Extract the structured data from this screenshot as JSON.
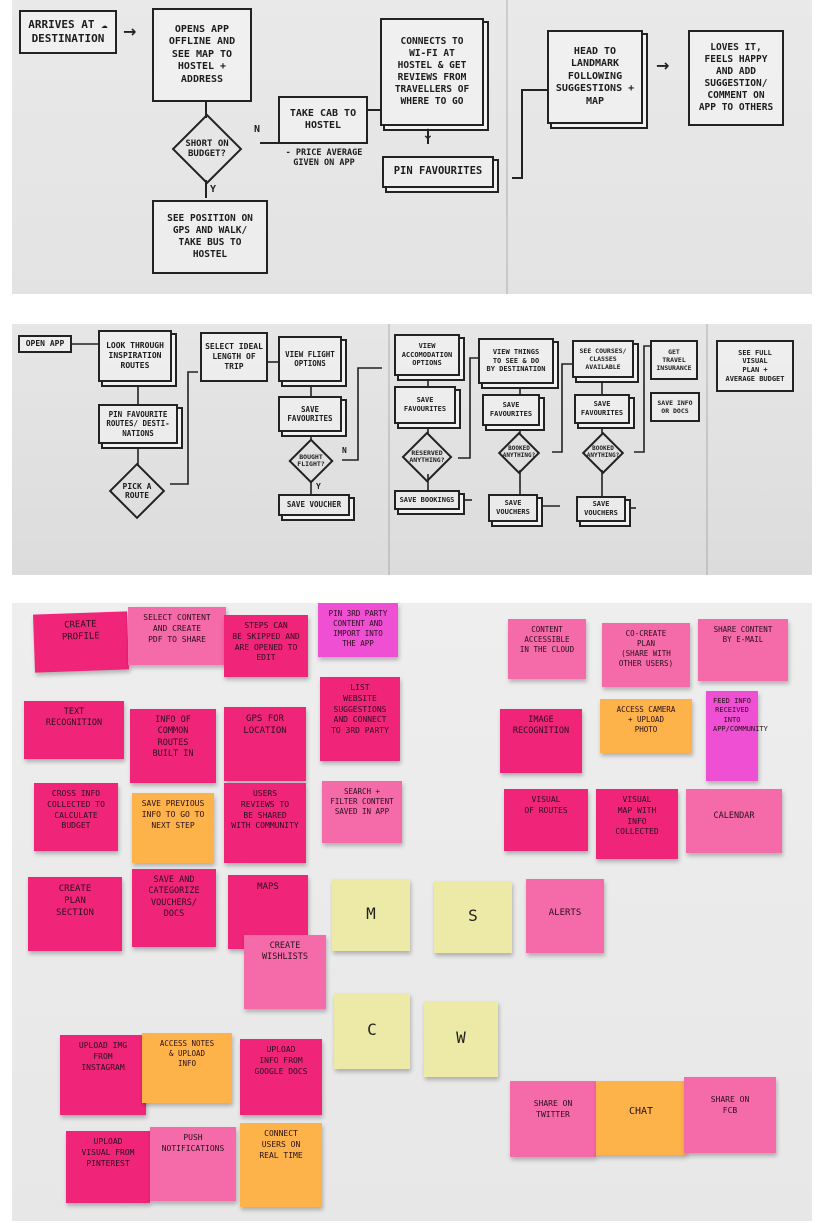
{
  "panel1": {
    "arrives": "ARRIVES AT ☁\nDESTINATION",
    "opens_app": "OPENS APP\nOFFLINE AND\nSEE MAP TO\nHOSTEL +\nADDRESS",
    "short_on_budget": "SHORT ON\nBUDGET?",
    "see_position": "SEE POSITION ON\nGPS AND WALK/\nTAKE BUS TO\nHOSTEL",
    "take_cab": "TAKE CAB TO\nHOSTEL",
    "price_note": "- PRICE AVERAGE\nGIVEN ON APP",
    "connects_wifi": "CONNECTS TO\nWI-FI AT\nHOSTEL & GET\nREVIEWS FROM\nTRAVELLERS OF\nWHERE TO GO",
    "pin_favourites": "PIN FAVOURITES",
    "head_to_landmark": "HEAD TO\nLANDMARK\nFOLLOWING\nSUGGESTIONS +\nMAP",
    "loves_it": "LOVES IT,\nFEELS HAPPY\nAND ADD\nSUGGESTION/\nCOMMENT ON\nAPP TO OTHERS",
    "label_n": "N",
    "label_y": "Y"
  },
  "panel2": {
    "open_app": "OPEN APP",
    "look_through": "LOOK THROUGH\nINSPIRATION\nROUTES",
    "pin_fav_routes": "PIN FAVOURITE\nROUTES/ DESTI-\nNATIONS",
    "pick_a_route": "PICK A\nROUTE",
    "select_length": "SELECT IDEAL\nLENGTH OF\nTRIP",
    "view_flight": "VIEW FLIGHT\nOPTIONS",
    "save_fav_1": "SAVE\nFAVOURITES",
    "bought_flight": "BOUGHT\nFLIGHT?",
    "save_voucher": "SAVE VOUCHER",
    "view_accommodation": "VIEW\nACCOMODATION\nOPTIONS",
    "save_fav_2": "SAVE\nFAVOURITES",
    "reserved_anything": "RESERVED\nANYTHING?",
    "save_bookings": "SAVE BOOKINGS",
    "view_things": "VIEW THINGS\nTO SEE & DO\nBY DESTINATION",
    "save_fav_3": "SAVE\nFAVOURITES",
    "booked_anything_1": "BOOKED\nANYTHING?",
    "save_vouchers_1": "SAVE\nVOUCHERS",
    "see_courses": "SEE COURSES/\nCLASSES\nAVAILABLE",
    "save_fav_4": "SAVE\nFAVOURITES",
    "booked_anything_2": "BOOKED\nANYTHING?",
    "save_vouchers_2": "SAVE\nVOUCHERS",
    "get_insurance": "GET\nTRAVEL\nINSURANCE",
    "save_info_docs": "SAVE INFO\nOR DOCS",
    "see_full_plan": "SEE FULL\nVISUAL\nPLAN +\nAVERAGE BUDGET",
    "label_n": "N",
    "label_y": "Y"
  },
  "panel3": {
    "notes": [
      {
        "id": "create-profile",
        "text": "CREATE\nPROFILE",
        "color": "pink"
      },
      {
        "id": "select-content-pdf",
        "text": "SELECT CONTENT\nAND CREATE\nPDF TO SHARE",
        "color": "lpink"
      },
      {
        "id": "steps-skipped",
        "text": "STEPS CAN\nBE SKIPPED AND\nARE OPENED TO\nEDIT",
        "color": "pink"
      },
      {
        "id": "pin-3rd-party",
        "text": "PIN 3RD PARTY\nCONTENT AND\nIMPORT INTO\nTHE APP",
        "color": "mag"
      },
      {
        "id": "list-website",
        "text": "LIST\nWEBSITE\nSUGGESTIONS\nAND CONNECT\nTO 3RD PARTY",
        "color": "pink"
      },
      {
        "id": "text-recognition",
        "text": "TEXT\nRECOGNITION",
        "color": "pink"
      },
      {
        "id": "info-common-routes",
        "text": "INFO OF\nCOMMON\nROUTES\nBUILT IN",
        "color": "pink"
      },
      {
        "id": "gps-location",
        "text": "GPS FOR\nLOCATION",
        "color": "pink"
      },
      {
        "id": "search-filter",
        "text": "SEARCH +\nFILTER CONTENT\nSAVED IN APP",
        "color": "lpink"
      },
      {
        "id": "cross-info-budget",
        "text": "CROSS INFO\nCOLLECTED TO\nCALCULATE\nBUDGET",
        "color": "pink"
      },
      {
        "id": "save-previous-info",
        "text": "SAVE PREVIOUS\nINFO TO GO TO\nNEXT STEP",
        "color": "orange"
      },
      {
        "id": "users-reviews",
        "text": "USERS\nREVIEWS TO\nBE SHARED\nWITH COMMUNITY",
        "color": "pink"
      },
      {
        "id": "create-plan-section",
        "text": "CREATE\nPLAN\nSECTION",
        "color": "pink"
      },
      {
        "id": "save-categorize",
        "text": "SAVE AND\nCATEGORIZE\nVOUCHERS/\nDOCS",
        "color": "pink"
      },
      {
        "id": "maps",
        "text": "MAPS",
        "color": "pink"
      },
      {
        "id": "create-wishlists",
        "text": "CREATE\nWISHLISTS",
        "color": "lpink"
      },
      {
        "id": "m",
        "text": "M",
        "color": "yellow"
      },
      {
        "id": "s",
        "text": "S",
        "color": "yellow"
      },
      {
        "id": "c",
        "text": "C",
        "color": "yellow"
      },
      {
        "id": "w",
        "text": "W",
        "color": "yellow"
      },
      {
        "id": "alerts",
        "text": "ALERTS",
        "color": "lpink"
      },
      {
        "id": "content-cloud",
        "text": "CONTENT\nACCESSIBLE\nIN THE CLOUD",
        "color": "lpink"
      },
      {
        "id": "co-create-plan",
        "text": "CO-CREATE\nPLAN\n(SHARE WITH\nOTHER USERS)",
        "color": "lpink"
      },
      {
        "id": "share-email",
        "text": "SHARE CONTENT\nBY E-MAIL",
        "color": "lpink"
      },
      {
        "id": "image-recognition",
        "text": "IMAGE\nRECOGNITION",
        "color": "pink"
      },
      {
        "id": "access-camera",
        "text": "ACCESS CAMERA\n+ UPLOAD\nPHOTO",
        "color": "orange"
      },
      {
        "id": "feed-info",
        "text": "FEED INFO\nRECEIVED INTO\nAPP/COMMUNITY",
        "color": "mag"
      },
      {
        "id": "visual-routes",
        "text": "VISUAL\nOF ROUTES",
        "color": "pink"
      },
      {
        "id": "visual-map",
        "text": "VISUAL\nMAP WITH\nINFO\nCOLLECTED",
        "color": "pink"
      },
      {
        "id": "calendar",
        "text": "CALENDAR",
        "color": "lpink"
      },
      {
        "id": "upload-instagram",
        "text": "UPLOAD IMG\nFROM\nINSTAGRAM",
        "color": "pink"
      },
      {
        "id": "access-notes",
        "text": "ACCESS NOTES\n& UPLOAD\nINFO",
        "color": "orange"
      },
      {
        "id": "upload-google-docs",
        "text": "UPLOAD\nINFO FROM\nGOOGLE DOCS",
        "color": "pink"
      },
      {
        "id": "upload-pinterest",
        "text": "UPLOAD\nVISUAL FROM\nPINTEREST",
        "color": "pink"
      },
      {
        "id": "push-notifications",
        "text": "PUSH\nNOTIFICATIONS",
        "color": "lpink"
      },
      {
        "id": "connect-users",
        "text": "CONNECT\nUSERS ON\nREAL TIME",
        "color": "orange"
      },
      {
        "id": "share-twitter",
        "text": "SHARE ON\nTWITTER",
        "color": "lpink"
      },
      {
        "id": "chat",
        "text": "CHAT",
        "color": "orange"
      },
      {
        "id": "share-fcb",
        "text": "SHARE ON\nFCB",
        "color": "lpink"
      }
    ]
  }
}
